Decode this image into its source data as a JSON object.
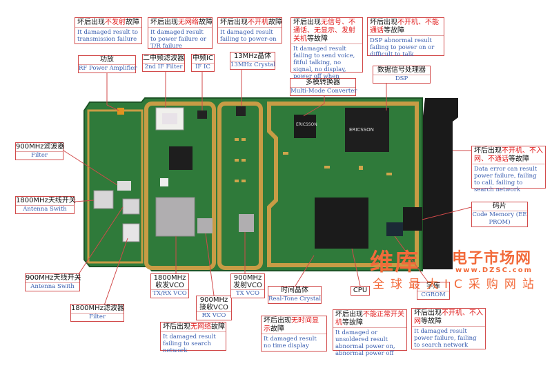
{
  "callouts": {
    "rf_amp_fault": {
      "prefix": "坏后出现",
      "highlight": "不发射",
      "suffix": "故障",
      "en": "It damaged result to transmission failure"
    },
    "if_filter_fault": {
      "prefix": "坏后出现",
      "highlight": "无网络",
      "suffix": "故障",
      "en": "It damaged result to power failure or T/R failure"
    },
    "crystal_fault": {
      "prefix": "坏后出现",
      "highlight": "不开机",
      "suffix": "故障",
      "en": "It damaged result failing to power-on"
    },
    "mmc_fault": {
      "prefix": "坏后出现",
      "highlight": "无信号、不通话、无显示、发射关机",
      "suffix": "等故障",
      "en": "It damaged result failing to send voice, fitful talking, no signal, no display, power off when sending"
    },
    "dsp_fault": {
      "prefix": "坏后出现",
      "highlight": "不开机、不能通话",
      "suffix": "等故障",
      "en": "DSP abnormal result failing to power on or difficult to talk"
    },
    "eeprom_fault": {
      "prefix": "坏后出现",
      "highlight": "不开机、不入网、不通话",
      "suffix": "等故障",
      "en": "Data error can result power failure, failing to call, failing to search network"
    },
    "vco1800_fault": {
      "prefix": "坏后出现",
      "highlight": "无网络",
      "suffix": "故障",
      "en": "It damaged result failing to search network"
    },
    "rtc_fault": {
      "prefix": "坏后出现",
      "highlight": "无时间显示",
      "suffix": "故障",
      "en": "It damaged result no time display"
    },
    "cpu_fault": {
      "prefix": "坏后出现",
      "highlight": "不能正常开关机",
      "suffix": "等故障",
      "en": "It damaged or unsoldered result abnormal power on, abnormal power off"
    },
    "cgrom_fault": {
      "prefix": "坏后出现",
      "highlight": "不开机、不入网",
      "suffix": "等故障",
      "en": "It damaged result power failure, failing to search network"
    }
  },
  "labels": {
    "rf_amp": {
      "zh": "功放",
      "en": "RF Power Amplifier"
    },
    "second_if_filter": {
      "zh": "二中频滤波器",
      "en": "2nd IF Filter"
    },
    "if_ic": {
      "zh": "中频IC",
      "en": "IF IC"
    },
    "crystal_13mhz": {
      "zh": "13MHz晶体",
      "en": "13MHz Crystal"
    },
    "multimode": {
      "zh": "多模转换器",
      "en": "Multi-Mode Converter"
    },
    "dsp": {
      "zh": "数据信号处理器",
      "en": "DSP"
    },
    "filter_900": {
      "zh": "900MHz滤波器",
      "en": "Filter"
    },
    "antenna_1800": {
      "zh": "1800MHz天线开关",
      "en": "Antenna Swith"
    },
    "antenna_900": {
      "zh": "900MHz天线开关",
      "en": "Antenna Swith"
    },
    "filter_1800": {
      "zh": "1800MHz滤波器",
      "en": "Filter"
    },
    "vco_1800": {
      "zh": "1800MHz\n收发VCO",
      "en": "TX/RX VCO"
    },
    "rx_vco_900": {
      "zh": "900MHz\n接收VCO",
      "en": "RX VCO"
    },
    "tx_vco_900": {
      "zh": "900MHz\n发射VCO",
      "en": "TX VCO"
    },
    "rtc": {
      "zh": "时间晶体",
      "en": "Real-Tone Crystal"
    },
    "cpu": {
      "zh": "CPU",
      "en": ""
    },
    "code_memory": {
      "zh": "码片",
      "en": "Code Memory (EE PROM)"
    },
    "cgrom": {
      "zh": "字库",
      "en": "CGROM"
    }
  },
  "board": {
    "chip_mmc": "ERICSSON",
    "chip_dsp": "ERICSSON"
  },
  "watermark": {
    "logo": "维库",
    "title": "电子市场网",
    "url": "www.DZSC.com",
    "slogan": "全球最大IC采购网站"
  },
  "colors": {
    "pcb": "#2f7a3a",
    "callout_border": "#d24a4a",
    "highlight": "#e01818",
    "en_text": "#3b5fb0",
    "watermark": "#f26a3a"
  }
}
